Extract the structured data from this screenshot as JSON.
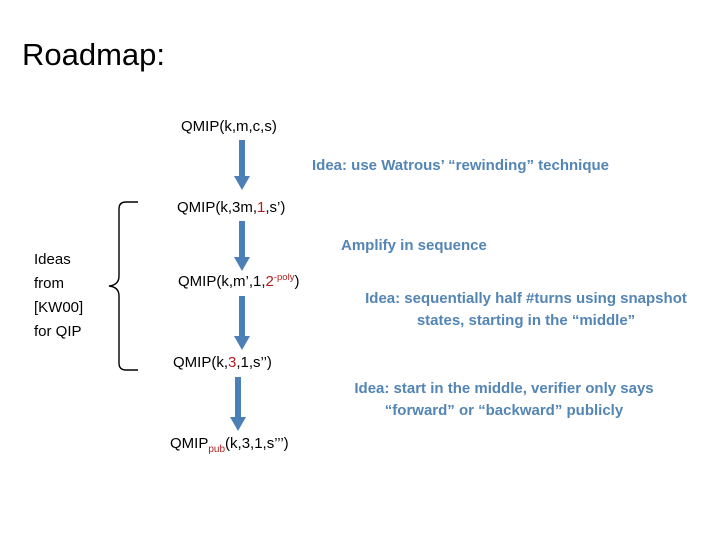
{
  "slide": {
    "title": "Roadmap:",
    "background": "#ffffff",
    "accent_blue": "#4b7fb5",
    "annotation_blue": "#5385b5",
    "highlight_red": "#b02020"
  },
  "left_label": {
    "lines": [
      "Ideas",
      "from",
      "[KW00]",
      "for QIP"
    ]
  },
  "nodes": [
    {
      "name": "node-qmip-1",
      "prefix": "QMIP(k,m,c,s)",
      "highlight": "",
      "suffix": "",
      "sub": "",
      "sup": ""
    },
    {
      "name": "node-qmip-2",
      "prefix": "QMIP(k,3m,",
      "highlight": "1",
      "suffix": ",s’)",
      "sub": "",
      "sup": ""
    },
    {
      "name": "node-qmip-3",
      "prefix": "QMIP(k,m’,1,",
      "highlight": "2",
      "sup": "-poly",
      "suffix": ")",
      "sub": ""
    },
    {
      "name": "node-qmip-4",
      "prefix": "QMIP(k,",
      "highlight": "3",
      "suffix": ",1,s’’)",
      "sub": "",
      "sup": ""
    },
    {
      "name": "node-qmip-5",
      "prefix": "QMIP",
      "sub": "pub",
      "highlight": "",
      "suffix": "(k,3,1,s’’’)",
      "sup": ""
    }
  ],
  "annotations": [
    {
      "name": "annotation-rewinding",
      "lines": [
        "Idea: use Watrous’ “rewinding” technique"
      ]
    },
    {
      "name": "annotation-amplify",
      "lines": [
        "Amplify in sequence"
      ]
    },
    {
      "name": "annotation-snapshot",
      "lines": [
        "Idea: sequentially half #turns using snapshot",
        "states, starting in the “middle”"
      ]
    },
    {
      "name": "annotation-forward-backward",
      "lines": [
        "Idea: start in the middle, verifier only says",
        "“forward” or “backward” publicly"
      ]
    }
  ],
  "arrows": {
    "icon": "arrow-down-icon",
    "count": 4,
    "color": "#4b7fb5"
  },
  "brace": {
    "icon": "curly-brace-icon",
    "color": "#000000"
  }
}
